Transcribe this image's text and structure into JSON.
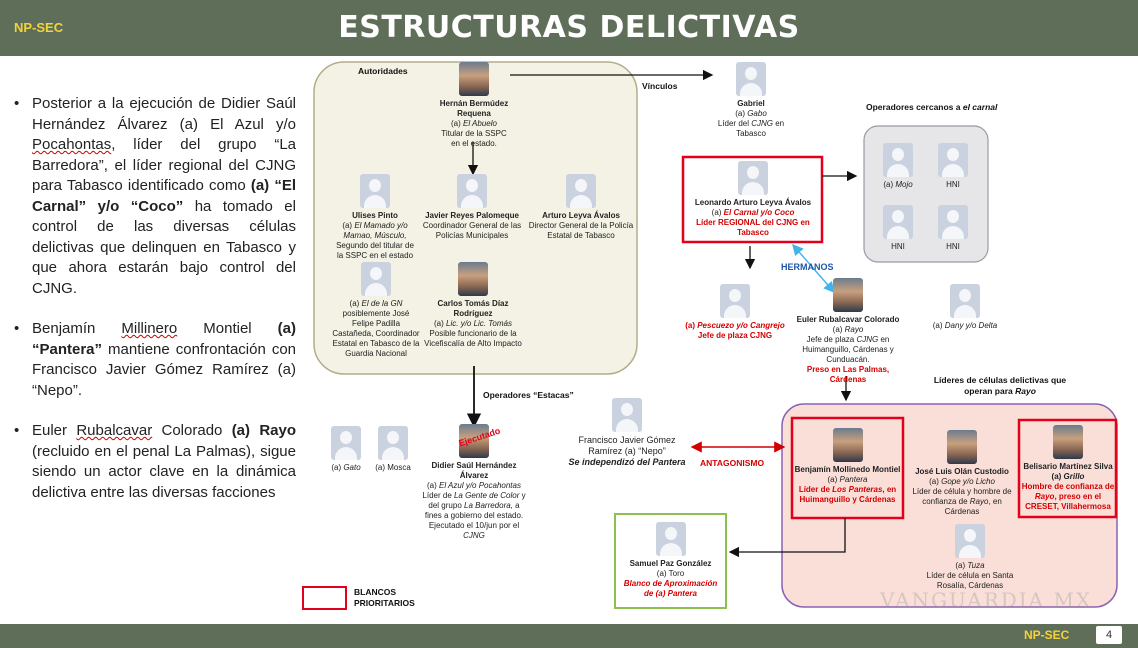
{
  "header": {
    "brand": "NP-SEC",
    "title": "ESTRUCTURAS DELICTIVAS"
  },
  "footer": {
    "brand": "NP-SEC",
    "page": "4"
  },
  "bullets": [
    {
      "parts": [
        {
          "t": "Posterior a la ejecución de Didier Saúl Hernández Álvarez (a) El Azul y/o ",
          "s": ""
        },
        {
          "t": "Pocahontas",
          "s": "wavy"
        },
        {
          "t": ", líder del grupo “La Barredora”, el líder regional del CJNG para Tabasco identificado como ",
          "s": ""
        },
        {
          "t": "(a) “El Carnal” y/o “Coco”",
          "s": "b"
        },
        {
          "t": " ha tomado el control de las diversas células delictivas que delinquen en Tabasco y que ahora estarán bajo control del CJNG.",
          "s": ""
        }
      ]
    },
    {
      "parts": [
        {
          "t": "Benjamín ",
          "s": ""
        },
        {
          "t": "Millinero",
          "s": "wavy"
        },
        {
          "t": " Montiel ",
          "s": ""
        },
        {
          "t": "(a) “Pantera”",
          "s": "b"
        },
        {
          "t": " mantiene confrontación con Francisco Javier Gómez Ramírez (a) “Nepo”.",
          "s": ""
        }
      ]
    },
    {
      "parts": [
        {
          "t": "Euler ",
          "s": ""
        },
        {
          "t": "Rubalcavar",
          "s": "wavy"
        },
        {
          "t": " Colorado ",
          "s": ""
        },
        {
          "t": "(a) Rayo",
          "s": "b"
        },
        {
          "t": " (recluido en el penal La Palmas), sigue siendo un actor clave en la dinámica delictiva entre las diversas facciones",
          "s": ""
        }
      ]
    }
  ],
  "labels": {
    "autoridades": "Autoridades",
    "vinculos": "Vínculos",
    "operadores_cercanos_a": "Operadores cercanos a ",
    "el_carnal": "el carnal",
    "hermanos": "HERMANOS",
    "operadores_estacas": "Operadores “Estacas”",
    "lideres_celulas": "Líderes de células delictivas que operan para ",
    "rayo": "Rayo",
    "antagonismo": "ANTAGONISMO",
    "blancos": "BLANCOS PRIORITARIOS",
    "ejecutado_stamp": "Ejecutado",
    "watermark": "VANGUARDIA MX"
  },
  "nodes": {
    "bermudez": {
      "name": "Hernán Bermúdez Requena",
      "alias": "(a) ",
      "alias_i": "El Abuelo",
      "role": "Titular de la SSPC en el estado."
    },
    "pinto": {
      "name": "Ulises Pinto",
      "alias": "(a) ",
      "alias_i": "El Mamado y/o Mamao, Músculo,",
      "role": "Segundo del titular de la SSPC en el estado"
    },
    "palomeque": {
      "name": "Javier Reyes Palomeque",
      "role": "Coordinador General de las Policías Municipales"
    },
    "arturo_leyva": {
      "name": "Arturo Leyva Ávalos",
      "role": "Director General de la Policía Estatal de Tabasco"
    },
    "gn": {
      "alias": "(a) ",
      "alias_i": "El de la GN",
      "role": "posiblemente José Felipe Padilla Castañeda, Coordinador Estatal en Tabasco de la Guardia Nacional"
    },
    "carlos_diaz": {
      "name": "Carlos Tomás Díaz Rodríguez",
      "alias": "(a) ",
      "alias_i": "Lic. y/o Lic. Tomás",
      "role": "Posible funcionario de la Vicefiscalía de Alto Impacto"
    },
    "gabriel": {
      "name": "Gabriel",
      "alias": "(a) ",
      "alias_i": "Gabo",
      "role": "Líder del ",
      "role_i": "CJNG",
      "role2": " en Tabasco"
    },
    "carnal": {
      "name": "Leonardo Arturo Leyva Ávalos",
      "alias": "(a) ",
      "alias_red": "El Carnal y/o Coco",
      "red_role": "Líder REGIONAL del CJNG en Tabasco"
    },
    "mojo": {
      "text": "(a) ",
      "text_i": "Mojo"
    },
    "hni": [
      "HNI",
      "HNI",
      "HNI"
    ],
    "pescuezo": {
      "red": "(a) ",
      "red_i": "Pescuezo y/o Cangrejo",
      "red2": "Jefe de plaza CJNG"
    },
    "euler": {
      "name": "Euler Rubalcavar Colorado",
      "alias": "(a) ",
      "alias_i": "Rayo",
      "role": "Jefe de plaza ",
      "role_i": "CJNG",
      "role2": " en Huimanguillo, Cárdenas y Cunduacán.",
      "red": "Preso en Las Palmas, Cárdenas"
    },
    "dany": {
      "text": "(a) ",
      "text_i": "Dany y/o Delta"
    },
    "gato": {
      "text": "(a) ",
      "text_i": "Gato"
    },
    "mosca": {
      "text": "(a) Mosca"
    },
    "didier": {
      "name": "Didier Saúl Hernández Álvarez",
      "alias": "(a) ",
      "alias_i": "El Azul y/o Pocahontas",
      "role": "Líder de ",
      "role_i": "La Gente de Color",
      "role2": " y del grupo ",
      "role_i2": "La Barredora,",
      "role3": " a fines a gobierno del estado.",
      "exec": "Ejecutado el 10/jun por el ",
      "exec_i": "CJNG"
    },
    "nepo": {
      "name": "Francisco Javier Gómez Ramírez (a) “Nepo”",
      "bi": "Se independizó del Pantera"
    },
    "samuel": {
      "name": "Samuel Paz González",
      "alias": "(a) Toro",
      "redi": "Blanco de Aproximación de (a) Pantera"
    },
    "benjamin": {
      "name": "Benjamín Mollinedo Montiel",
      "alias": "(a) ",
      "alias_i": "Pantera",
      "red": "Líder de ",
      "red_i": "Los Panteras",
      "red2": ", en Huimanguillo y Cárdenas"
    },
    "olan": {
      "name": "José Luis Olán Custodio",
      "alias": "(a) ",
      "alias_i": "Gope y/o Licho",
      "role": "Líder de célula y hombre de confianza de ",
      "role_i": "Rayo",
      "role2": ", en Cárdenas"
    },
    "belisario": {
      "name": "Belisario Martínez Silva (a) ",
      "alias_i": "Grillo",
      "red": "Hombre de confianza de ",
      "red_i": "Rayo",
      "red2": ", preso en el CRESET, Villahermosa"
    },
    "tuza": {
      "alias": "(a) ",
      "alias_i": "Tuza",
      "role": "Líder de célula en Santa Rosalía, Cárdenas"
    }
  },
  "colors": {
    "header_bg": "#5e6e58",
    "brand": "#f4d33a",
    "target_red": "#e3001b",
    "approx_green": "#8cc152",
    "antagonism_red": "#d40000",
    "hermanos_blue": "#1f56a8",
    "hermanos_arrow": "#3fb4e8"
  }
}
